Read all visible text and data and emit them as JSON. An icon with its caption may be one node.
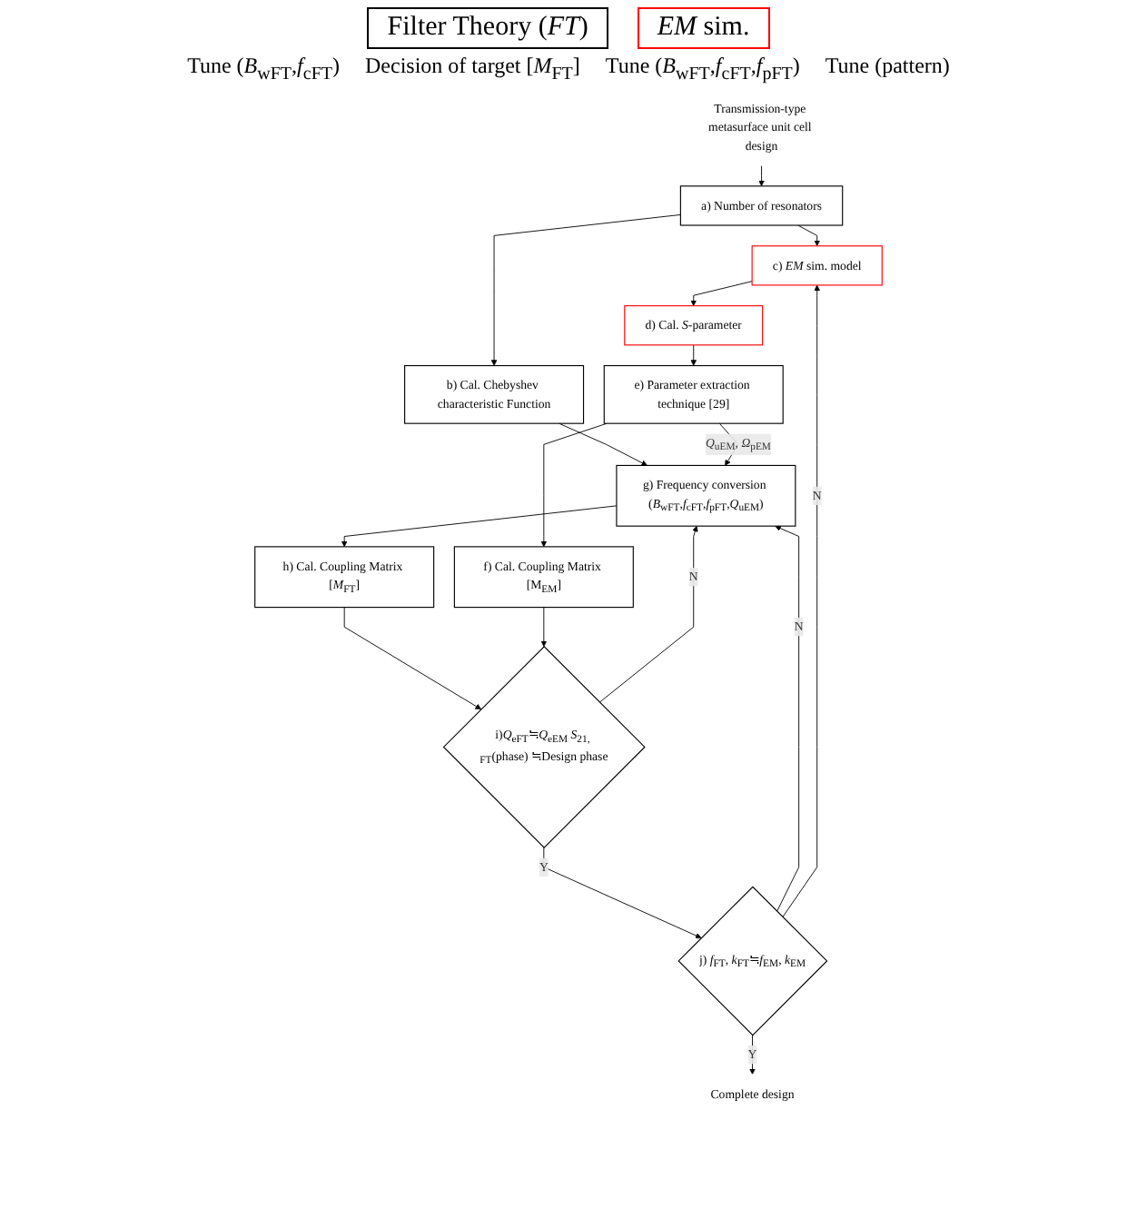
{
  "diagram": {
    "nodes": [
      {
        "text": [
          "Transmission-type metasurface unit cell design"
        ]
      },
      {
        "text": [
          "a) Number of resonators"
        ]
      },
      {
        "text": [
          "b) Cal. Chebyshev characteristic Function"
        ]
      },
      {
        "text": [
          "c) *EM* sim. model"
        ]
      },
      {
        "text": [
          "d) Cal. *S*-parameter"
        ]
      },
      {
        "text": [
          "g) Frequency conversion (*B*$_{wFT}$,*f*$_{cFT}$,*f*$_{pFT}$,*Q*$_{uEM}$)"
        ]
      },
      {
        "text": [
          "e) Parameter extraction technique [29]"
        ]
      },
      {
        "text": [
          "h) Cal. Coupling Matrix [*M*$_{FT}$]"
        ]
      },
      {
        "text": [
          "f) Cal. Coupling Matrix [M$_{EM}$]"
        ]
      },
      {
        "text": [
          "i)*Q*$_{eFT}$≒*Q*$_{eEM}$ *S*$_{21, FT}$(phase) ≒Design phase"
        ]
      },
      {
        "text": [
          "j) *f*$_{FT}$, *k*$_{FT}$≒*f*$_{EM}$, *k*$_{EM}$"
        ]
      },
      {
        "text": [
          "Complete design"
        ]
      }
    ],
    "edges": [
      {
        "from": 0,
        "to": 1,
        "arrow": "to"
      },
      {
        "from": 1,
        "to": 3,
        "arrow": "to"
      },
      {
        "from": 1,
        "to": 2,
        "arrow": "to"
      },
      {
        "from": 3,
        "to": 4,
        "arrow": "to"
      },
      {
        "from": 4,
        "to": 6,
        "arrow": "to"
      },
      {
        "from": 2,
        "to": 5,
        "arrow": "to"
      },
      {
        "from": 6,
        "to": 5,
        "arrow": "to",
        "label": "*Q*$_{uEM}$, *Ω*$_{pEM}$"
      },
      {
        "from": 5,
        "to": 7,
        "arrow": "to"
      },
      {
        "from": 6,
        "to": 8,
        "arrow": "to"
      },
      {
        "from": 7,
        "to": 9,
        "arrow": "to"
      },
      {
        "from": 8,
        "to": 9,
        "arrow": "to"
      },
      {
        "from": 9,
        "to": 5,
        "arrow": "to",
        "label": "N"
      },
      {
        "from": 9,
        "to": 10,
        "arrow": "to",
        "label": "Y"
      },
      {
        "from": 10,
        "to": 5,
        "arrow": "to",
        "label": "N"
      },
      {
        "from": 10,
        "to": 3,
        "arrow": "to",
        "label": "N"
      },
      {
        "from": 10,
        "to": 11,
        "arrow": "to",
        "label": "Y"
      }
    ],
    "labels": [
      "Tune (*B*$_{wFT}$,*f*$_{cFT}$)",
      "Decision of target [*M*$_{FT}$]",
      "Tune (*B*$_{wFT}$,*f*$_{cFT}$,*f*$_{pFT}$)",
      "Tune (pattern)"
    ],
    "legend": [
      {
        "text": "Filter Theory (*FT*)",
        "color": "#000000"
      },
      {
        "text": "*EM* sim.",
        "color": "#ff0000"
      }
    ]
  }
}
